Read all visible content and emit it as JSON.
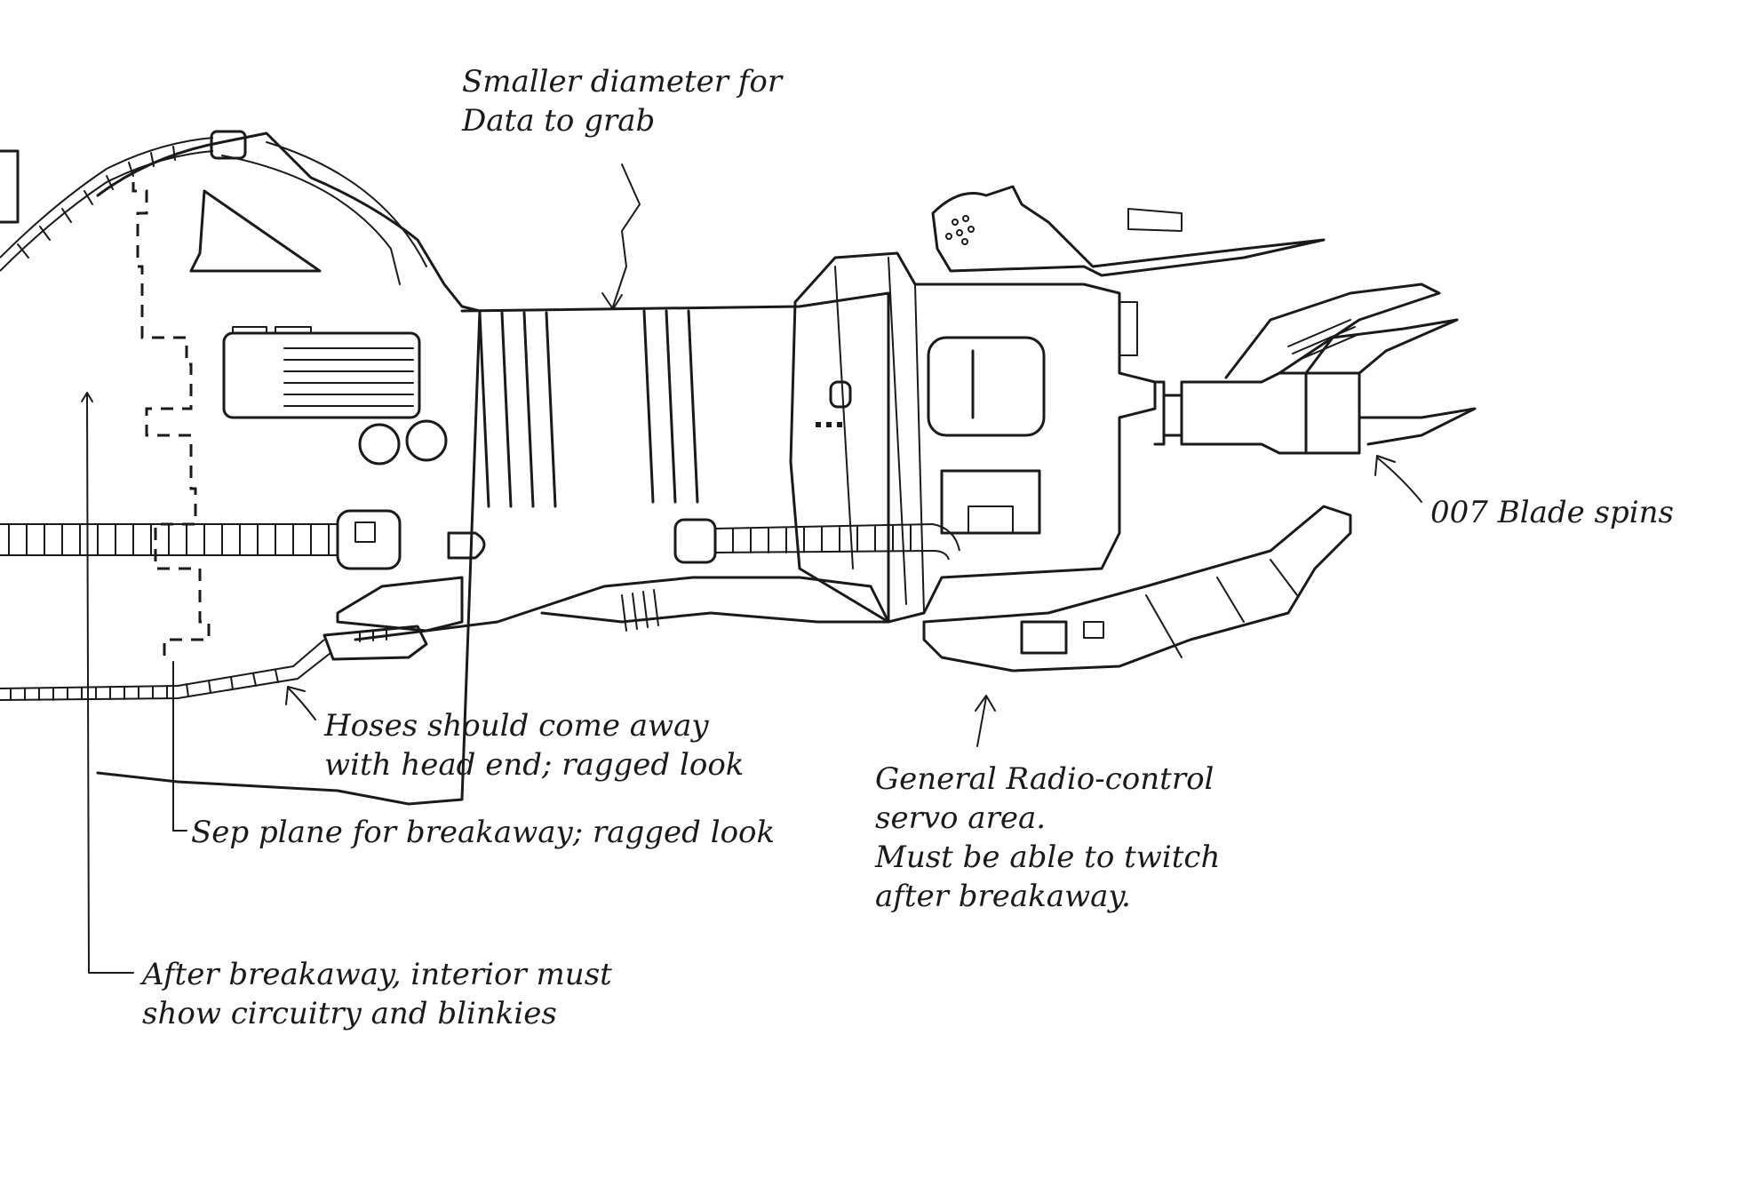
{
  "annotations": {
    "data_grab": {
      "lines": [
        "Smaller diameter for",
        "Data to grab"
      ]
    },
    "blade": {
      "lines": [
        "007 Blade spins"
      ]
    },
    "hoses": {
      "lines": [
        "Hoses should come away",
        "with head end; ragged look"
      ]
    },
    "servo": {
      "lines": [
        "General Radio-control",
        "servo area.",
        "Must be able to twitch",
        "after breakaway."
      ]
    },
    "sep_plane": {
      "lines": [
        "Sep plane for breakaway; ragged look"
      ]
    },
    "interior": {
      "lines": [
        "After breakaway, interior must",
        "show circuitry and blinkies"
      ]
    }
  },
  "colors": {
    "ink": "#1a1a1a",
    "paper": "#ffffff"
  }
}
